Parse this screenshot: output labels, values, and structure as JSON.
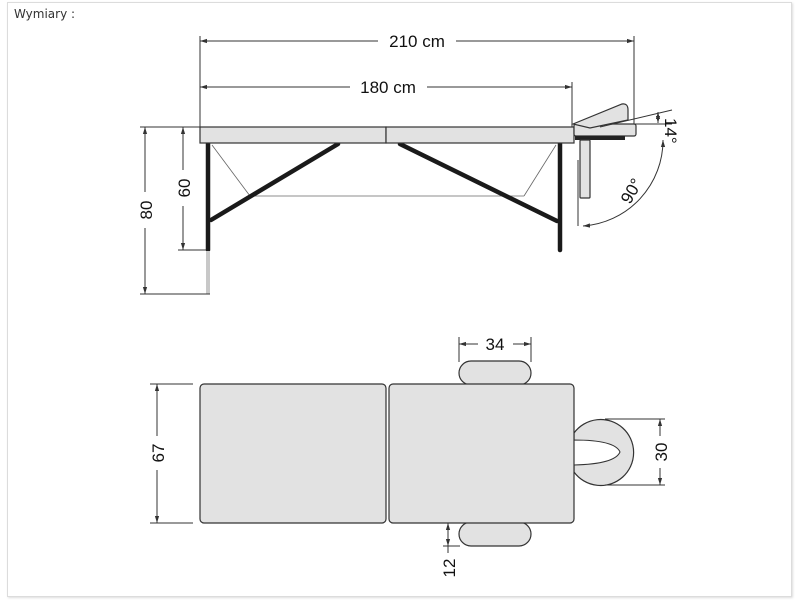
{
  "header": {
    "title": "Wymiary :"
  },
  "side_view": {
    "total_length": "210 cm",
    "table_length": "180 cm",
    "headrest_angle": "14°",
    "headrest_fold_angle": "90°",
    "max_height": "80",
    "min_height": "60"
  },
  "top_view": {
    "width": "67",
    "armrest_length": "34",
    "face_cradle_width": "30",
    "armrest_width": "12"
  },
  "colors": {
    "panel": "#e2e2e2",
    "frame": "#1a1a1a",
    "line": "#333333"
  }
}
